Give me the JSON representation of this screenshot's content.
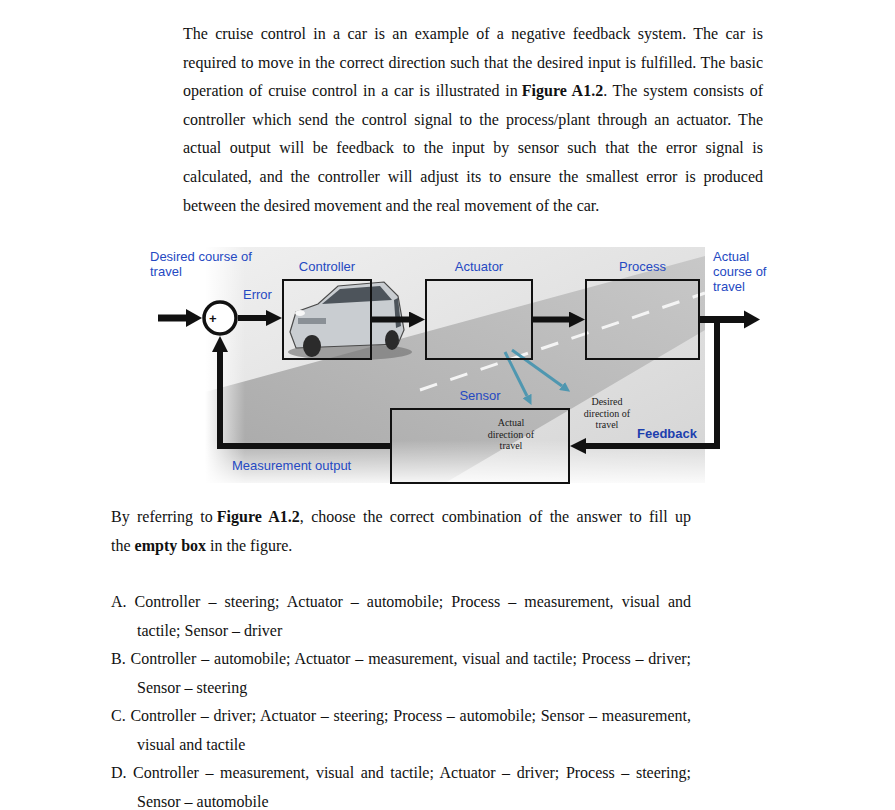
{
  "diagram": {
    "nodes": [
      {
        "text": [
          "+"
        ]
      },
      {
        "text": [
          "Controller"
        ]
      },
      {
        "text": [
          "Actuator"
        ]
      },
      {
        "text": [
          "Process"
        ]
      },
      {
        "text": [
          "Sensor"
        ]
      }
    ],
    "edges": [
      {
        "from": 0,
        "to": 1,
        "arrow": "to",
        "label": "Error"
      },
      {
        "from": 1,
        "to": 2,
        "arrow": "to"
      },
      {
        "from": 2,
        "to": 3,
        "arrow": "to"
      },
      {
        "from": 3,
        "to": 4,
        "arrow": "to",
        "label": "Feedback"
      },
      {
        "from": 4,
        "to": 0,
        "arrow": "to",
        "label": "Measurement output"
      }
    ],
    "labels": [
      "The cruise control in a car is an example of a negative feedback system. The car is required to move in the correct direction such that the desired input is fulfilled. The basic operation of cruise control in a car is illustrated in",
      "Figure A1.2",
      ". The system consists of controller which send the control signal to the process/plant through an actuator. The actual output will be feedback to the input by sensor such that the error signal is calculated, and the controller will adjust its to ensure the smallest error is produced between the desired movement and the real movement of the car.",
      "Desired course of travel",
      "Actual course of travel",
      "Desired direction of travel",
      "Actual direction of travel",
      "By referring to",
      "Figure A1.2",
      ", choose the correct combination of the answer to fill up the",
      "empty box",
      "in the figure.",
      "A. Controller – steering; Actuator – automobile; Process – measurement, visual and tactile; Sensor – driver",
      "B. Controller – automobile; Actuator – measurement, visual and tactile; Process – driver; Sensor – steering",
      "C. Controller – driver; Actuator – steering; Process – automobile; Sensor – measurement, visual and tactile",
      "D. Controller – measurement, visual and tactile; Actuator – driver; Process – steering; Sensor – automobile"
    ]
  }
}
